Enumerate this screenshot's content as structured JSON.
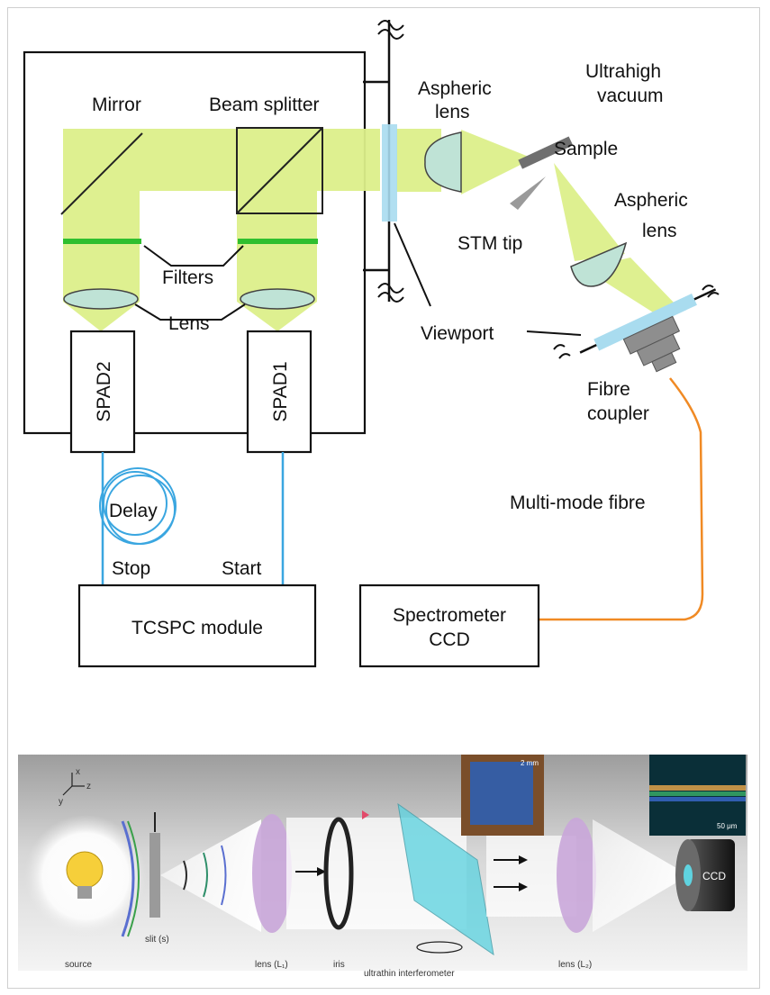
{
  "top_diagram": {
    "labels": {
      "uhv_line1": "Ultrahigh",
      "uhv_line2": "vacuum",
      "mirror": "Mirror",
      "beam_splitter": "Beam splitter",
      "aspheric_lens_1_line1": "Aspheric",
      "aspheric_lens_1_line2": "lens",
      "sample": "Sample",
      "stm_tip": "STM tip",
      "aspheric_lens_2_line1": "Aspheric",
      "aspheric_lens_2_line2": "lens",
      "filters": "Filters",
      "lens": "Lens",
      "viewport": "Viewport",
      "fibre_coupler_line1": "Fibre",
      "fibre_coupler_line2": "coupler",
      "spad2": "SPAD2",
      "spad1": "SPAD1",
      "multimode_fibre": "Multi-mode fibre",
      "delay": "Delay",
      "stop": "Stop",
      "start": "Start",
      "tcspc": "TCSPC module",
      "spectrometer_line1": "Spectrometer",
      "spectrometer_line2": "CCD"
    },
    "colors": {
      "beam": "#dcef8a",
      "filter": "#2fbf2f",
      "lens_fill": "#bfe3d6",
      "viewport": "#a9dcef",
      "fibre_blue": "#3aa6e0",
      "fibre_orange": "#f08a24",
      "sample": "#6f6f6f"
    }
  },
  "bottom_diagram": {
    "labels": {
      "source": "source",
      "slit": "slit (s)",
      "lens1": "lens (L₁)",
      "iris": "iris",
      "interferometer": "ultrathin interferometer",
      "lens2": "lens (L₂)",
      "ccd": "CCD",
      "scale_bar": "50 μm",
      "inset_scale": "2 mm",
      "axis_x": "x",
      "axis_y": "y",
      "axis_z": "z"
    },
    "colors": {
      "background": "#bdbdbd",
      "glass": "#5fd3e0",
      "lens": "#c9a6d9",
      "bulb": "#f6cf3a"
    }
  }
}
